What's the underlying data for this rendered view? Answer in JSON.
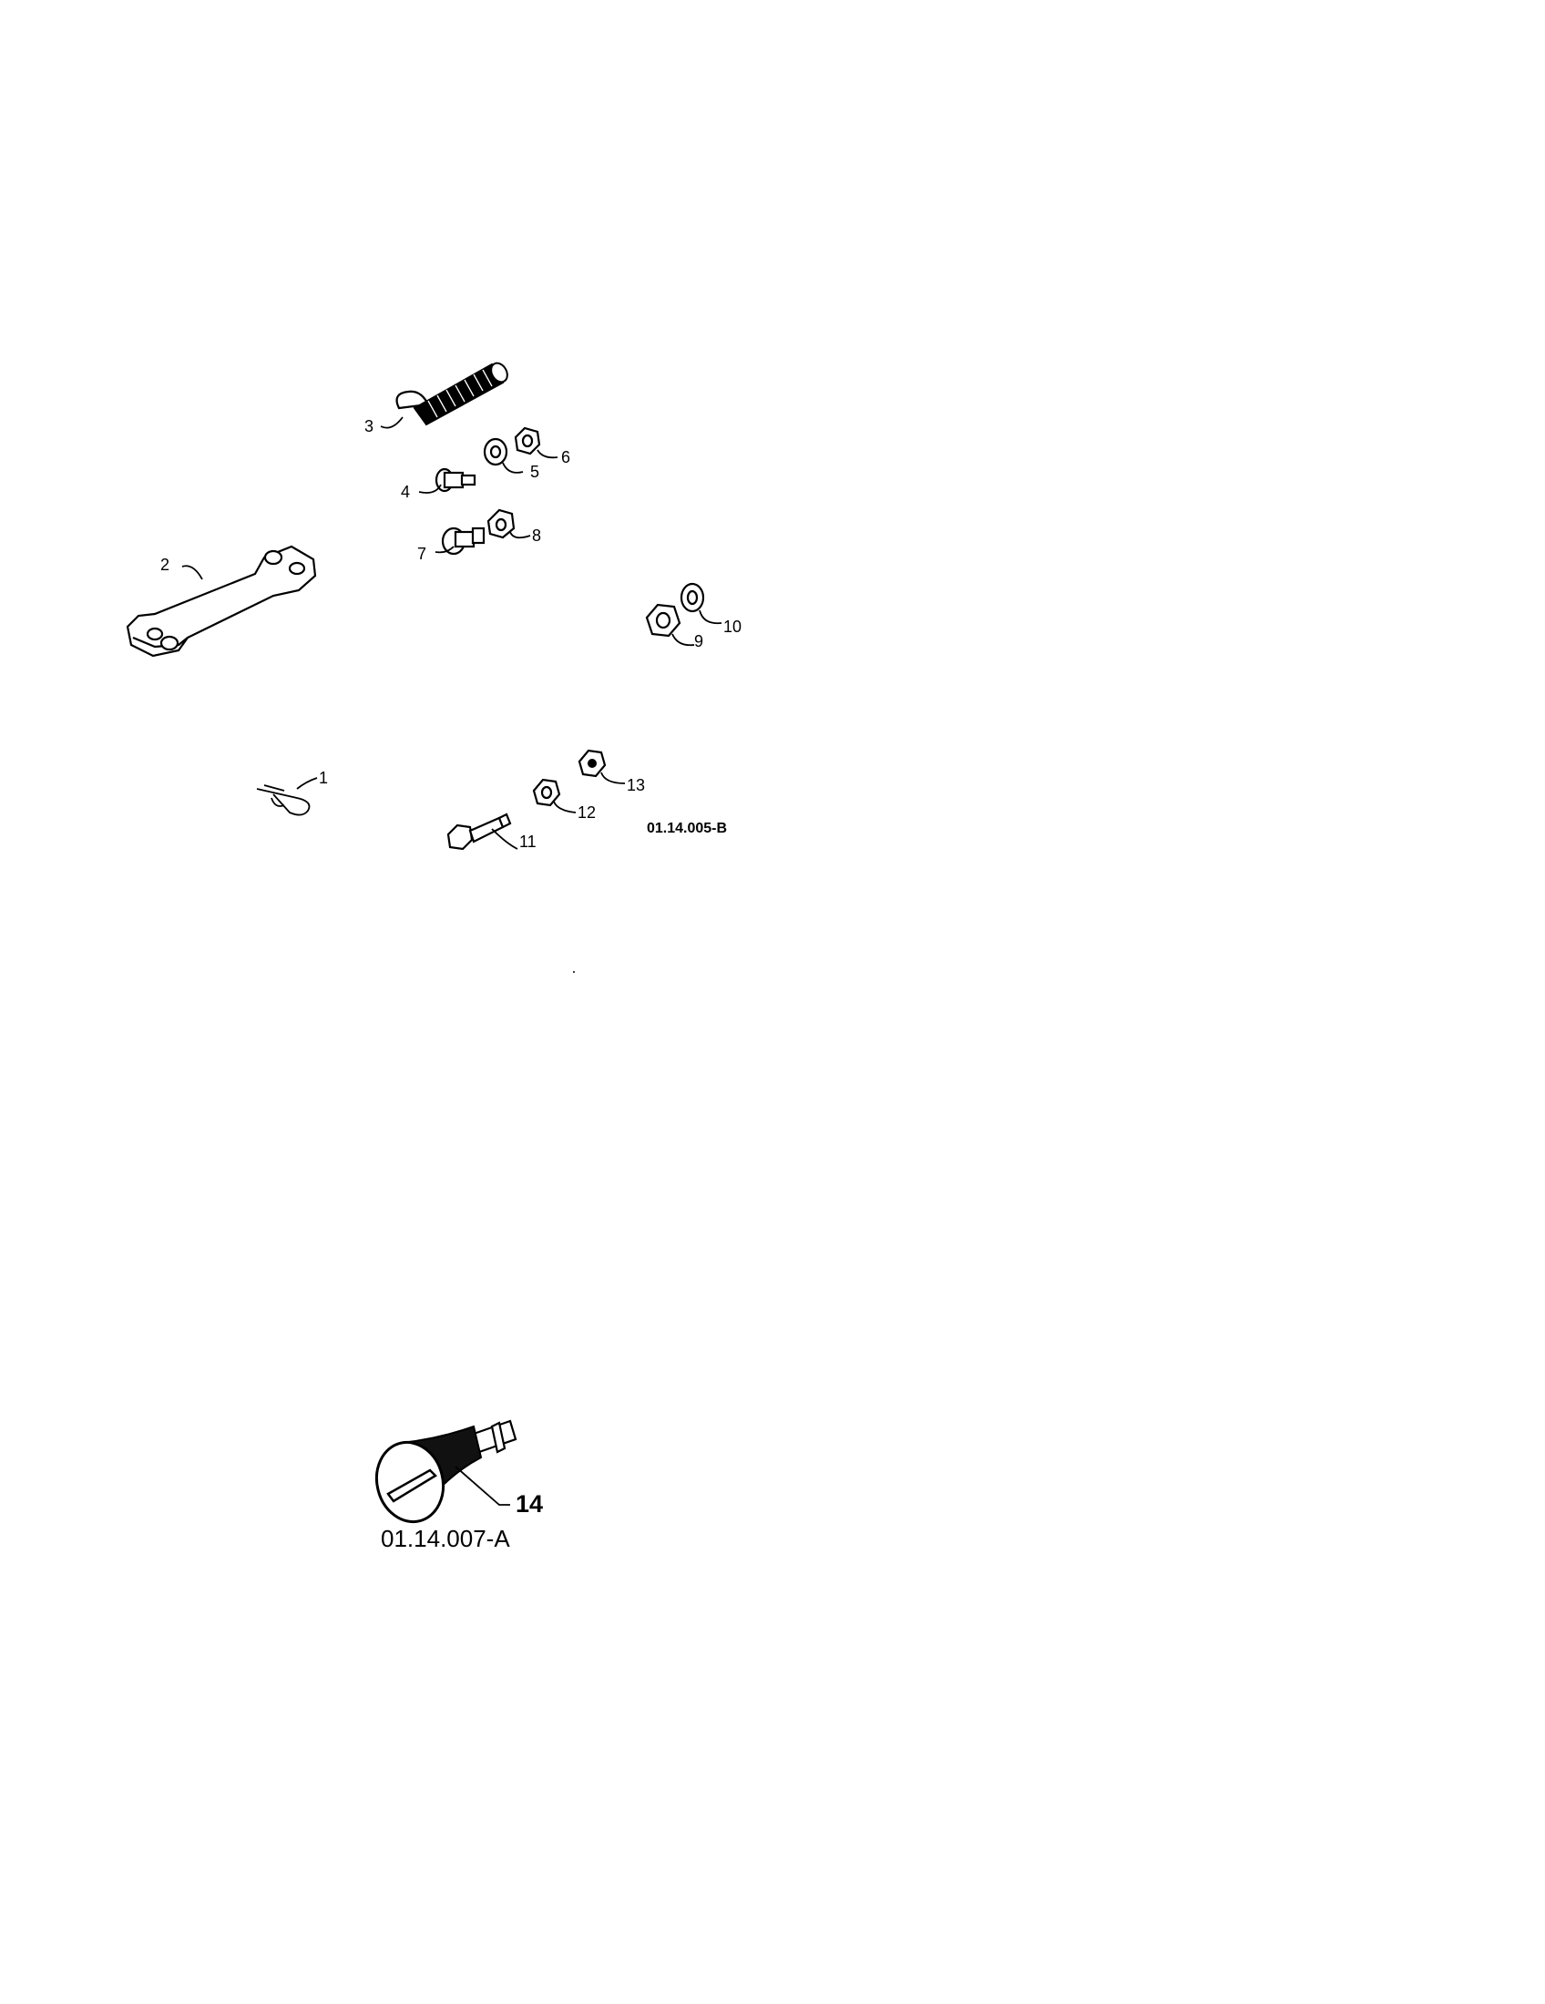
{
  "diagram_a": {
    "figure_id": "01.14.005-B",
    "parts": [
      {
        "number": "1",
        "name": "hair-pin-clip"
      },
      {
        "number": "2",
        "name": "link-bar"
      },
      {
        "number": "3",
        "name": "spring"
      },
      {
        "number": "4",
        "name": "shoulder-bolt"
      },
      {
        "number": "5",
        "name": "washer"
      },
      {
        "number": "6",
        "name": "nut"
      },
      {
        "number": "7",
        "name": "carriage-bolt"
      },
      {
        "number": "8",
        "name": "nut"
      },
      {
        "number": "9",
        "name": "nut"
      },
      {
        "number": "10",
        "name": "washer"
      },
      {
        "number": "11",
        "name": "bolt"
      },
      {
        "number": "12",
        "name": "nut"
      },
      {
        "number": "13",
        "name": "lock-nut"
      }
    ]
  },
  "diagram_b": {
    "figure_id": "01.14.007-A",
    "parts": [
      {
        "number": "14",
        "name": "knob"
      }
    ]
  }
}
